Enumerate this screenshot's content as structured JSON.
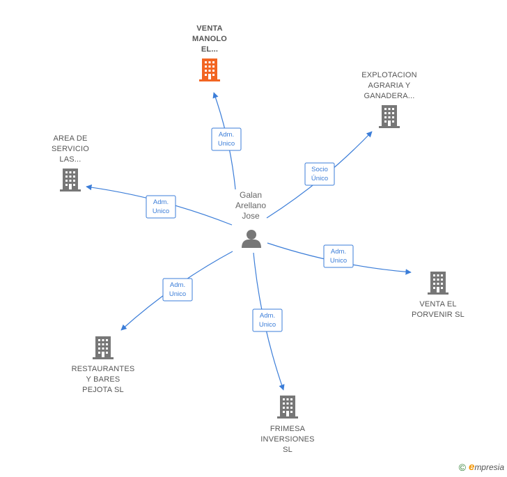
{
  "center": {
    "name_lines": [
      "Galan",
      "Arellano",
      "Jose"
    ],
    "icon": "person-icon"
  },
  "nodes": [
    {
      "id": "venta-manolo",
      "lines": [
        "VENTA",
        "MANOLO",
        "EL..."
      ],
      "highlight": true,
      "color": "#f26522",
      "icon": "building-icon"
    },
    {
      "id": "explotacion-agraria",
      "lines": [
        "EXPLOTACION",
        "AGRARIA Y",
        "GANADERA..."
      ],
      "highlight": false,
      "color": "#777777",
      "icon": "building-icon"
    },
    {
      "id": "area-de-servicio",
      "lines": [
        "AREA DE",
        "SERVICIO",
        "LAS..."
      ],
      "highlight": false,
      "color": "#777777",
      "icon": "building-icon"
    },
    {
      "id": "venta-el-porvenir",
      "lines": [
        "VENTA EL",
        "PORVENIR SL"
      ],
      "highlight": false,
      "color": "#777777",
      "icon": "building-icon"
    },
    {
      "id": "restaurantes-y-bares",
      "lines": [
        "RESTAURANTES",
        "Y BARES",
        "PEJOTA  SL"
      ],
      "highlight": false,
      "color": "#777777",
      "icon": "building-icon"
    },
    {
      "id": "frimesa-inversiones",
      "lines": [
        "FRIMESA",
        "INVERSIONES",
        "SL"
      ],
      "highlight": false,
      "color": "#777777",
      "icon": "building-icon"
    }
  ],
  "edges": [
    {
      "to": "venta-manolo",
      "label_lines": [
        "Adm.",
        "Unico"
      ]
    },
    {
      "to": "explotacion-agraria",
      "label_lines": [
        "Socio",
        "Único"
      ]
    },
    {
      "to": "area-de-servicio",
      "label_lines": [
        "Adm.",
        "Unico"
      ]
    },
    {
      "to": "venta-el-porvenir",
      "label_lines": [
        "Adm.",
        "Unico"
      ]
    },
    {
      "to": "restaurantes-y-bares",
      "label_lines": [
        "Adm.",
        "Unico"
      ]
    },
    {
      "to": "frimesa-inversiones",
      "label_lines": [
        "Adm.",
        "Unico"
      ]
    }
  ],
  "colors": {
    "edge": "#3b7dd8",
    "person": "#777777"
  },
  "footer": {
    "copyright_symbol": "©",
    "brand_initial": "e",
    "brand_rest": "mpresia"
  }
}
